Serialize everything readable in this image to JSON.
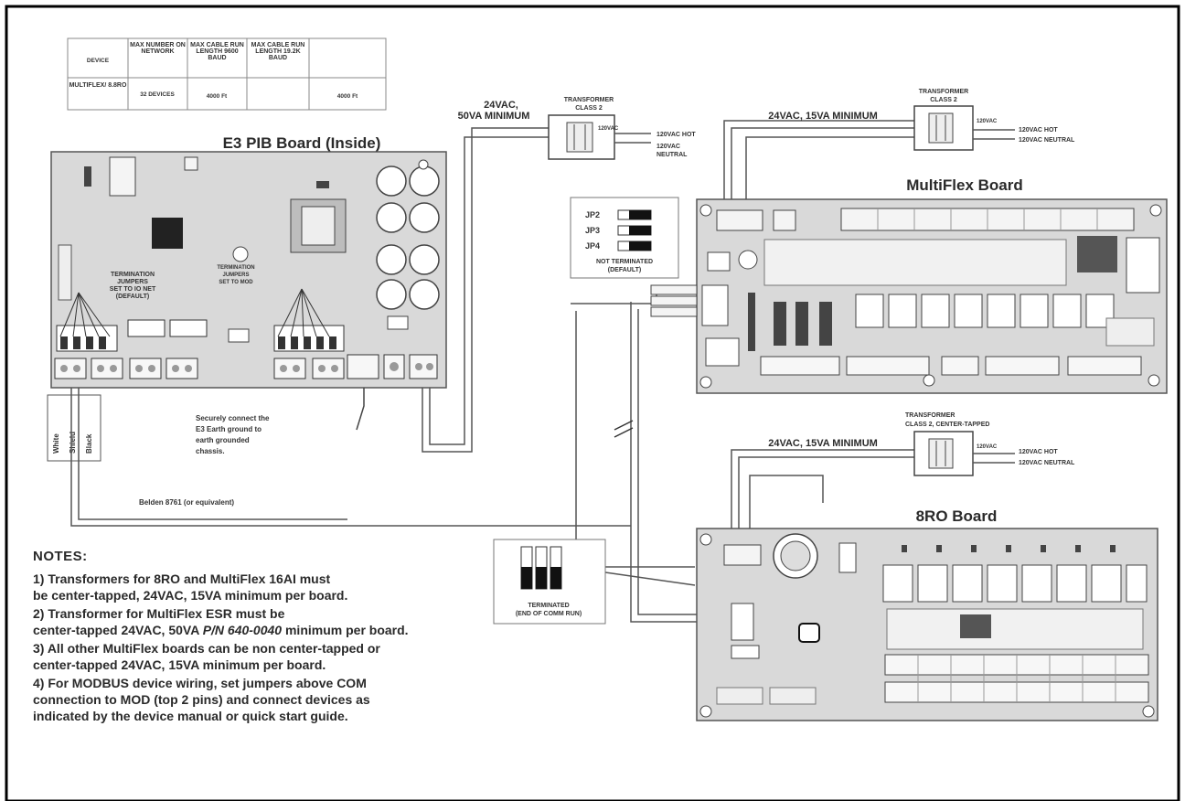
{
  "table": {
    "headers": [
      "DEVICE",
      "MAX NUMBER ON NETWORK",
      "MAX CABLE RUN LENGTH 9600 BAUD",
      "MAX CABLE RUN LENGTH 19.2K BAUD"
    ],
    "row": [
      "MULTIFLEX/ 8.8RO",
      "32 DEVICES",
      "4000 Ft",
      "4000 Ft"
    ]
  },
  "boards": {
    "e3": "E3 PIB Board (Inside)",
    "multiflex": "MultiFlex Board",
    "ro": "8RO Board"
  },
  "power": {
    "t1_voltage_line1": "24VAC,",
    "t1_voltage_line2": "50VA MINIMUM",
    "t1_label_line1": "TRANSFORMER",
    "t1_label_line2": "CLASS 2",
    "t1_120": "120VAC",
    "t1_hot": "120VAC HOT",
    "t1_neutral_line1": "120VAC",
    "t1_neutral_line2": "NEUTRAL",
    "t2_voltage": "24VAC, 15VA MINIMUM",
    "t2_label_line1": "TRANSFORMER",
    "t2_label_line2": "CLASS 2",
    "t2_120": "120VAC",
    "t2_hot": "120VAC HOT",
    "t2_neutral": "120VAC NEUTRAL",
    "t3_voltage": "24VAC, 15VA MINIMUM",
    "t3_label_line1": "TRANSFORMER",
    "t3_label_line2": "CLASS 2, CENTER-TAPPED",
    "t3_120": "120VAC",
    "t3_hot": "120VAC HOT",
    "t3_neutral": "120VAC NEUTRAL"
  },
  "jumpers": {
    "jp2": "JP2",
    "jp3": "JP3",
    "jp4": "JP4",
    "not_terminated": "NOT TERMINATED",
    "default": "(DEFAULT)",
    "terminated": "TERMINATED",
    "end_of_comm": "(END OF COMM RUN)"
  },
  "e3_labels": {
    "term_left_1": "TERMINATION",
    "term_left_2": "JUMPERS",
    "term_left_3": "SET TO IO NET",
    "term_left_4": "(DEFAULT)",
    "term_mid_1": "TERMINATION",
    "term_mid_2": "JUMPERS",
    "term_mid_3": "SET TO MOD"
  },
  "annotations": {
    "earth_1": "Securely connect the",
    "earth_2": "E3 Earth ground to",
    "earth_3": "earth grounded",
    "earth_4": "chassis.",
    "cable": "Belden 8761 (or equivalent)",
    "wire_white": "White",
    "wire_shield": "Shield",
    "wire_black": "Black"
  },
  "notes": {
    "header": "NOTES:",
    "n1a": "1) Transformers for 8RO and MultiFlex 16AI must",
    "n1b": "be center-tapped, 24VAC, 15VA minimum per board.",
    "n2a": "2) Transformer for MultiFlex ESR must be",
    "n2b_pre": "center-tapped 24VAC, 50VA ",
    "n2b_part": "P/N 640-0040",
    "n2b_post": " minimum per board.",
    "n3a": "3) All other MultiFlex boards can be non center-tapped or",
    "n3b": "center-tapped 24VAC, 15VA minimum per board.",
    "n4a": "4) For MODBUS device wiring, set jumpers above COM",
    "n4b": "connection to MOD (top 2 pins) and connect devices as",
    "n4c": "indicated by the device manual or quick start guide."
  },
  "colors": {
    "ink": "#2a2a2a",
    "board": "#d9d9d9",
    "paper": "#ffffff"
  }
}
